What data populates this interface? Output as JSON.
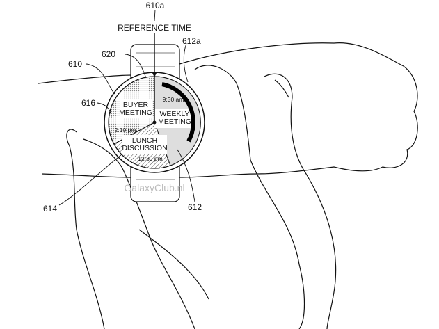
{
  "labels": {
    "ref_num": "610a",
    "reference_time": "REFERENCE TIME",
    "band_top": "612a",
    "bezel": "620",
    "watch": "610",
    "screen": "616",
    "hand": "614",
    "band_bottom": "612"
  },
  "events": {
    "buyer_1": "BUYER",
    "buyer_2": "MEETING",
    "weekly_1": "WEEKLY",
    "weekly_2": "MEETING",
    "lunch_1": "LUNCH",
    "lunch_2": "DISCUSSION",
    "time_930": "9:30 am",
    "time_210": "2:10 pm",
    "time_1230": "12:30 pm"
  },
  "watermark": "GalaxyClub.nl"
}
